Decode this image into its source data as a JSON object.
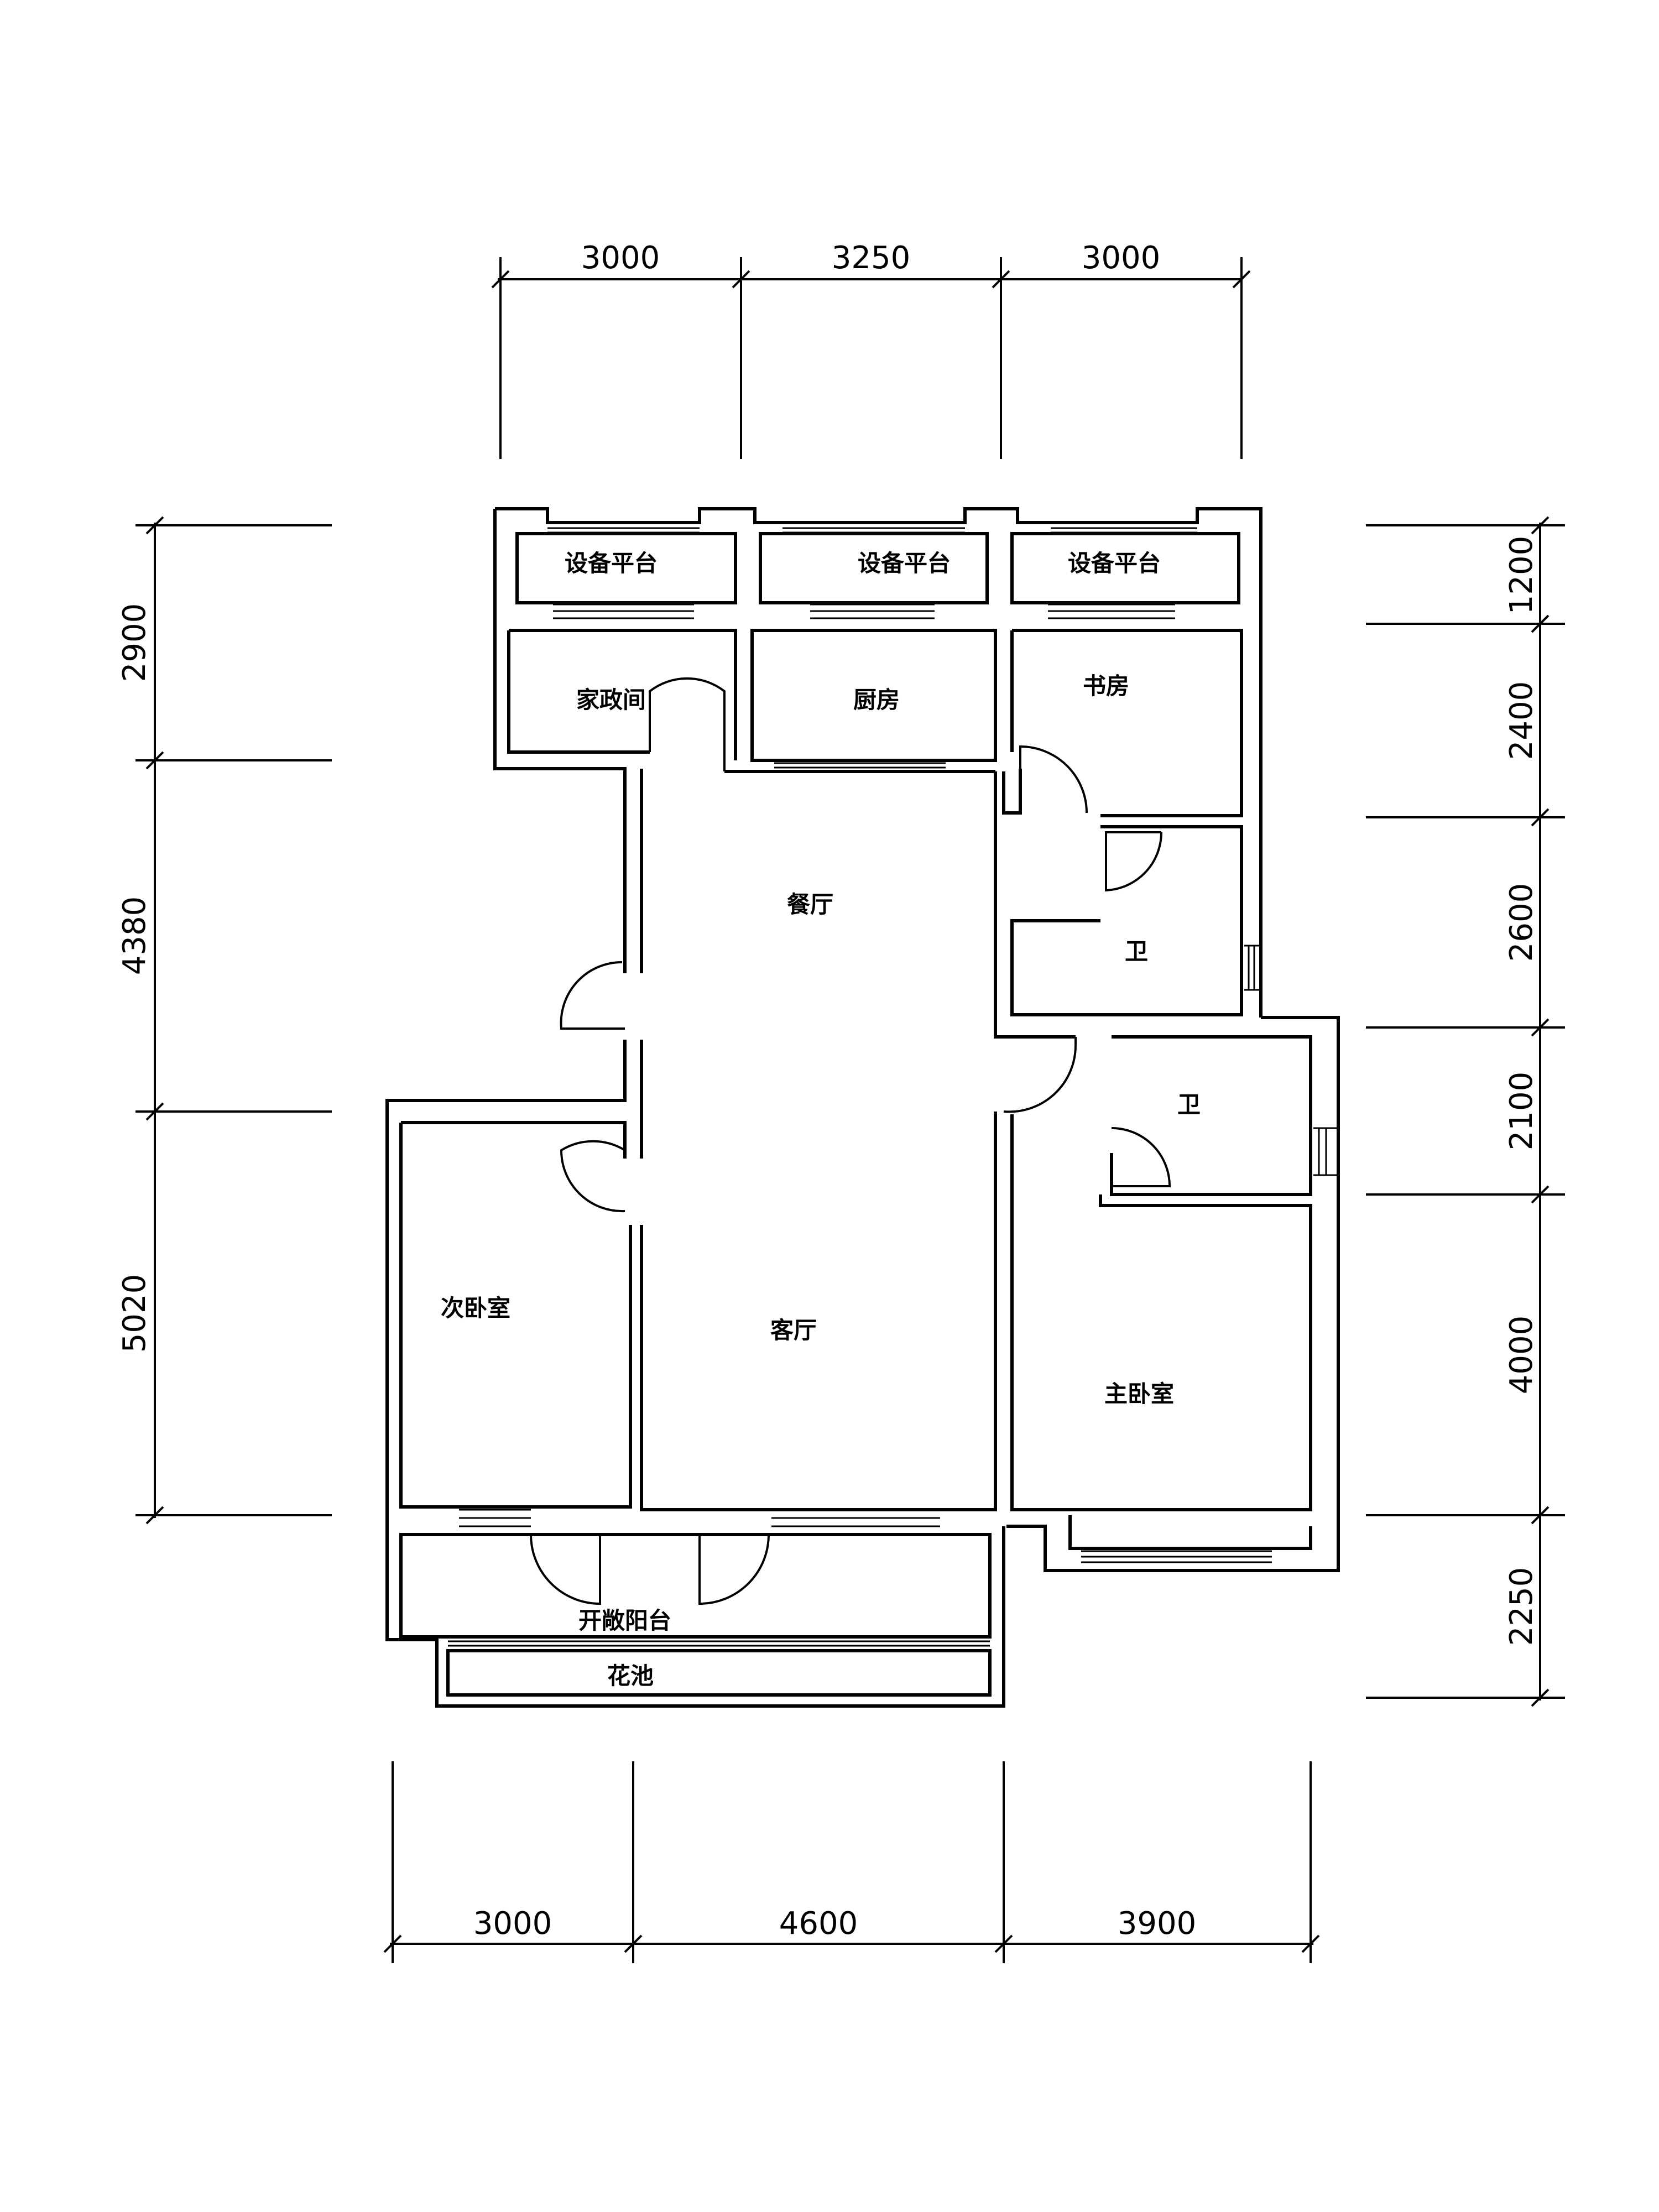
{
  "dimensions": {
    "top": [
      "3000",
      "3250",
      "3000"
    ],
    "bottom": [
      "3000",
      "4600",
      "3900"
    ],
    "left": [
      "2900",
      "4380",
      "5020"
    ],
    "right": [
      "1200",
      "2400",
      "2600",
      "2100",
      "4000",
      "2250"
    ]
  },
  "rooms": {
    "platform_1": "设备平台",
    "platform_2": "设备平台",
    "platform_3": "设备平台",
    "utility": "家政间",
    "kitchen": "厨房",
    "study": "书房",
    "dining": "餐厅",
    "bath_1": "卫",
    "bath_2": "卫",
    "second_bedroom": "次卧室",
    "living": "客厅",
    "master_bedroom": "主卧室",
    "balcony": "开敞阳台",
    "planter": "花池"
  }
}
